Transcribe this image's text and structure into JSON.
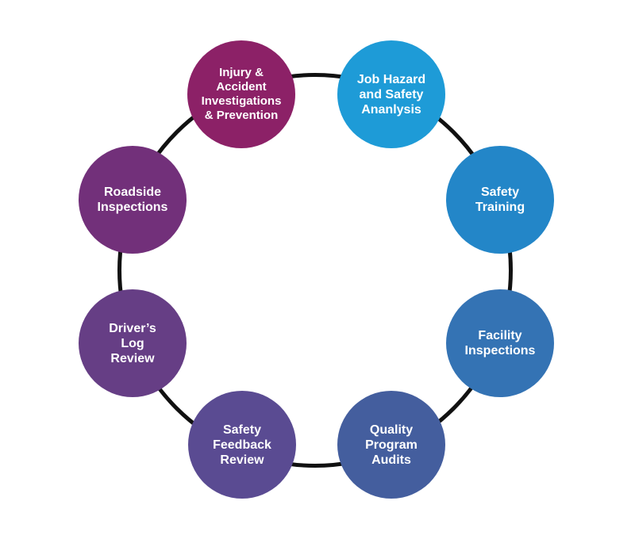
{
  "nodes": [
    {
      "key": "injury",
      "label": "Injury &\nAccident\nInvestigations\n& Prevention",
      "color": "#8c2167"
    },
    {
      "key": "jha",
      "label": "Job Hazard\nand Safety\nAnanlysis",
      "color": "#1e9bd7"
    },
    {
      "key": "training",
      "label": "Safety\nTraining",
      "color": "#2386c8"
    },
    {
      "key": "facility",
      "label": "Facility\nInspections",
      "color": "#3473b4"
    },
    {
      "key": "quality",
      "label": "Quality\nProgram\nAudits",
      "color": "#445e9e"
    },
    {
      "key": "feedback",
      "label": "Safety\nFeedback\nReview",
      "color": "#5a4b92"
    },
    {
      "key": "drivers",
      "label": "Driver’s\nLog\nReview",
      "color": "#663e85"
    },
    {
      "key": "roadside",
      "label": "Roadside\nInspections",
      "color": "#72307a"
    }
  ]
}
